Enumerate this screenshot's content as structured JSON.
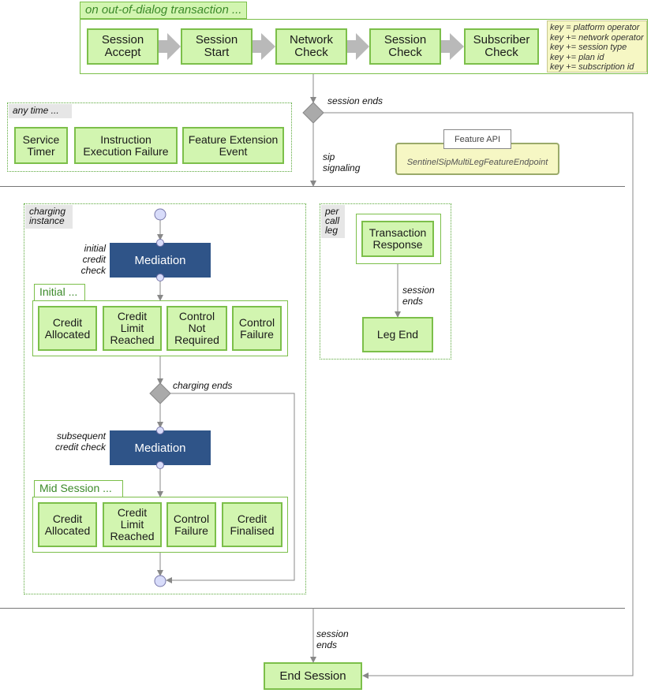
{
  "transaction": {
    "title": "on out-of-dialog transaction ...",
    "steps": [
      "Session Accept",
      "Session Start",
      "Network Check",
      "Session Check",
      "Subscriber Check"
    ],
    "keys": [
      "key = platform operator",
      "key += network operator",
      "key += session type",
      "key += plan id",
      "key += subscription id"
    ]
  },
  "anytime": {
    "title": "any time ...",
    "items": [
      "Service Timer",
      "Instruction Execution Failure",
      "Feature Extension Event"
    ]
  },
  "flow_labels": {
    "session_ends_top": "session ends",
    "sip_signaling": "sip signaling",
    "charging_ends": "charging ends",
    "session_ends_bottom": "session ends",
    "leg_session_ends": "session ends",
    "initial_credit_check": "initial credit check",
    "subsequent_credit_check": "subsequent credit check"
  },
  "feature_api": {
    "tab": "Feature API",
    "endpoint": "SentinelSipMultiLegFeatureEndpoint"
  },
  "charging": {
    "title": "charging instance",
    "mediation_label": "Mediation",
    "initial_title": "Initial ...",
    "initial_items": [
      "Credit Allocated",
      "Credit Limit Reached",
      "Control Not Required",
      "Control Failure"
    ],
    "mid_title": "Mid Session ...",
    "mid_items": [
      "Credit Allocated",
      "Credit Limit Reached",
      "Control Failure",
      "Credit Finalised"
    ]
  },
  "per_call_leg": {
    "title": "per call leg",
    "transaction_response": "Transaction Response",
    "leg_end": "Leg End"
  },
  "end_session": "End Session",
  "colors": {
    "box_fill": "#d2f5b0",
    "box_border": "#7cbf4a",
    "mediation": "#2f5488",
    "key_note": "#f6f7c4",
    "arrow": "#999999"
  }
}
